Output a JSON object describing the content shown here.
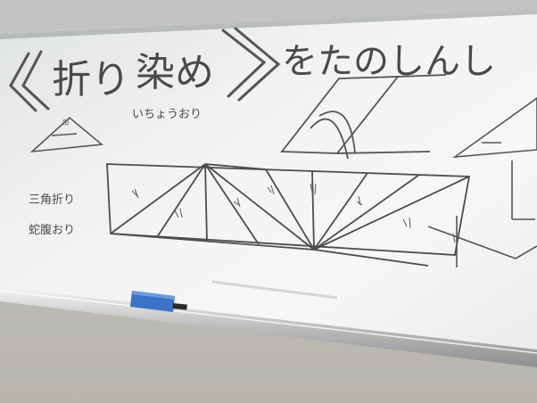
{
  "photo": {
    "headline": {
      "open_bracket": "《",
      "part_1": "折り",
      "part_2": "染め",
      "close_bracket": "》",
      "tail": "をたのしんし"
    },
    "note_top": "いちょうおり",
    "left_note_1": "三角折り",
    "left_note_2": "蛇腹おり"
  }
}
